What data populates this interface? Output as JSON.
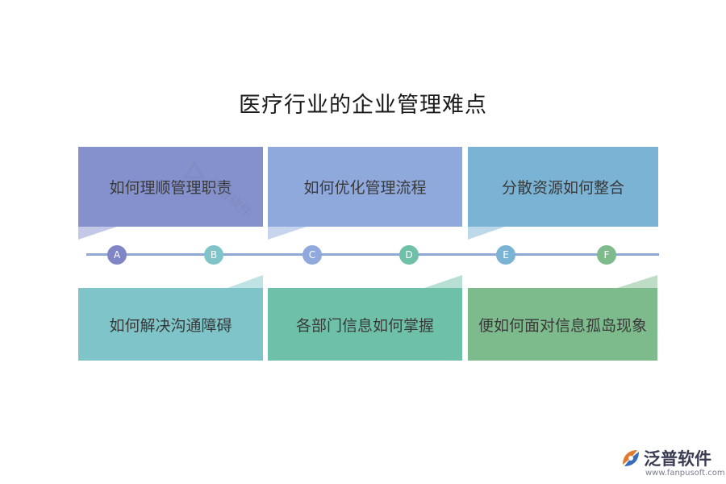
{
  "title": "医疗行业的企业管理难点",
  "top_boxes": [
    {
      "label": "如何理顺管理职责",
      "color": "#8591cc",
      "tail": "#c2c8e6"
    },
    {
      "label": "如何优化管理流程",
      "color": "#8fa9dc",
      "tail": "#c7d4ee"
    },
    {
      "label": "分散资源如何整合",
      "color": "#7ab3d4",
      "tail": "#bdd9e9"
    }
  ],
  "bottom_boxes": [
    {
      "label": "如何解决沟通障碍",
      "color": "#7ec4c8",
      "tail": "#bfe2e4"
    },
    {
      "label": "各部门信息如何掌握",
      "color": "#6fc0a8",
      "tail": "#b7dfd3"
    },
    {
      "label": "便如何面对信息孤岛现象",
      "color": "#7dba8c",
      "tail": "#bedcc6"
    }
  ],
  "markers": [
    {
      "letter": "A",
      "color": "#8085c6"
    },
    {
      "letter": "B",
      "color": "#7ec4c8"
    },
    {
      "letter": "C",
      "color": "#8fa9dc"
    },
    {
      "letter": "D",
      "color": "#6fc0a8"
    },
    {
      "letter": "E",
      "color": "#7ab3d4"
    },
    {
      "letter": "F",
      "color": "#7dba8c"
    }
  ],
  "watermark": "泛普软件",
  "brand": {
    "name": "泛普软件",
    "url": "www.fanpusoft.com"
  }
}
